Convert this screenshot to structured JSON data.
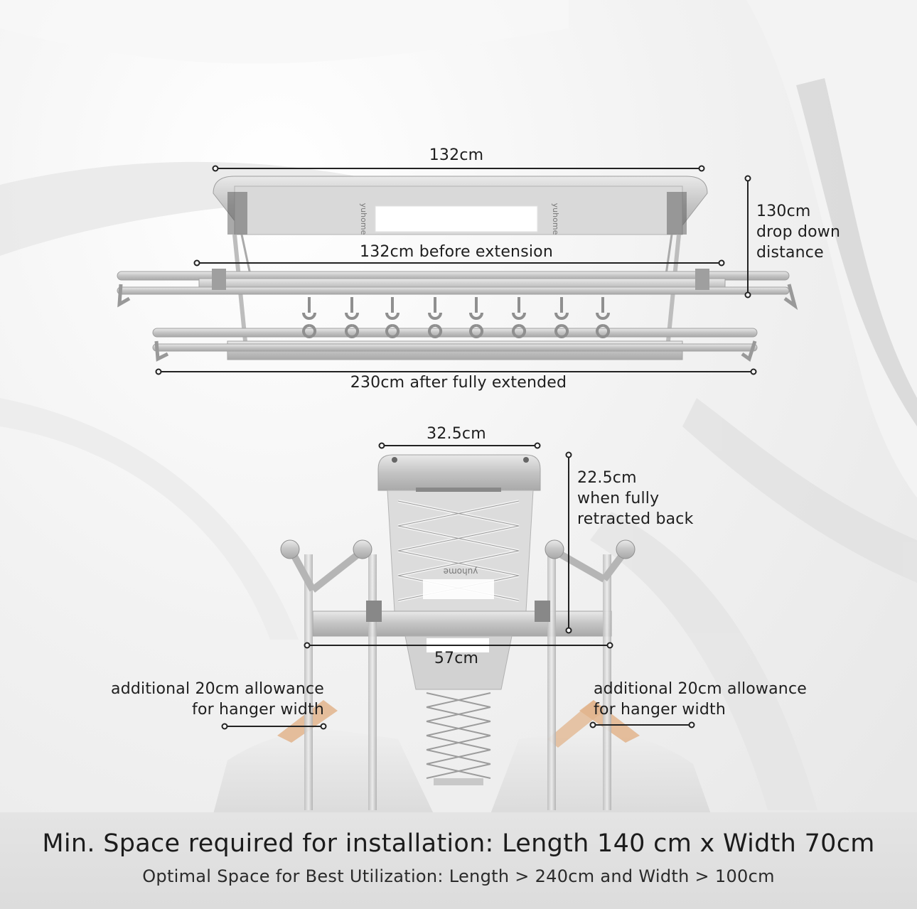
{
  "top_view": {
    "width_label": "132cm",
    "bar_label": "132cm before extension",
    "extended_label": "230cm after fully extended",
    "drop_label": [
      "130cm",
      "drop down",
      "distance"
    ],
    "brand_left": "yuhome",
    "brand_right": "yuhome"
  },
  "side_view": {
    "depth_label": "32.5cm",
    "retract_label": [
      "22.5cm",
      "when fully",
      "retracted back"
    ],
    "width_label": "57cm",
    "brand": "yuhome",
    "allowance_left": [
      "additional 20cm allowance",
      "for hanger width"
    ],
    "allowance_right": [
      "additional 20cm allowance",
      "for hanger width"
    ]
  },
  "footer": {
    "title": "Min. Space required for installation: Length 140 cm x Width 70cm",
    "subtitle": "Optimal Space for Best Utilization: Length > 240cm and Width > 100cm"
  },
  "colors": {
    "dimension_line": "#222222",
    "metal": "#c9c9c9",
    "panel_light": "#ffffff",
    "footer_band": "#e0e0e0",
    "hanger_wood": "#e2b48c"
  }
}
